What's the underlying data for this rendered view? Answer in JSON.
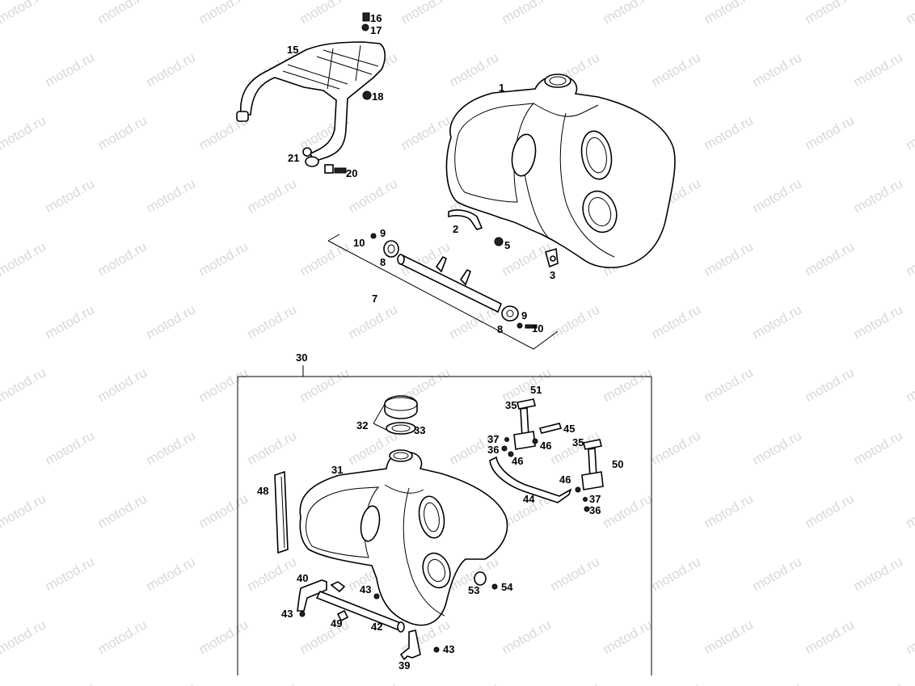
{
  "watermark": "motod.ru",
  "colors": {
    "line": "#000000",
    "background": "#ffffff",
    "watermark": "#b9b9b9"
  },
  "callouts": [
    {
      "id": "c16",
      "text": "16"
    },
    {
      "id": "c17",
      "text": "17"
    },
    {
      "id": "c15",
      "text": "15"
    },
    {
      "id": "c18",
      "text": "18"
    },
    {
      "id": "c21",
      "text": "21"
    },
    {
      "id": "c20",
      "text": "20"
    },
    {
      "id": "c1",
      "text": "1"
    },
    {
      "id": "c2",
      "text": "2"
    },
    {
      "id": "c9a",
      "text": "9"
    },
    {
      "id": "c10a",
      "text": "10"
    },
    {
      "id": "c5",
      "text": "5"
    },
    {
      "id": "c8a",
      "text": "8"
    },
    {
      "id": "c3",
      "text": "3"
    },
    {
      "id": "c7",
      "text": "7"
    },
    {
      "id": "c9b",
      "text": "9"
    },
    {
      "id": "c8b",
      "text": "8"
    },
    {
      "id": "c10b",
      "text": "10"
    },
    {
      "id": "c30",
      "text": "30"
    },
    {
      "id": "c51",
      "text": "51"
    },
    {
      "id": "c35a",
      "text": "35"
    },
    {
      "id": "c32",
      "text": "32"
    },
    {
      "id": "c33",
      "text": "33"
    },
    {
      "id": "c45",
      "text": "45"
    },
    {
      "id": "c37a",
      "text": "37"
    },
    {
      "id": "c36a",
      "text": "36"
    },
    {
      "id": "c46a",
      "text": "46"
    },
    {
      "id": "c35b",
      "text": "35"
    },
    {
      "id": "c46b",
      "text": "46"
    },
    {
      "id": "c31",
      "text": "31"
    },
    {
      "id": "c50",
      "text": "50"
    },
    {
      "id": "c48",
      "text": "48"
    },
    {
      "id": "c46c",
      "text": "46"
    },
    {
      "id": "c44",
      "text": "44"
    },
    {
      "id": "c37b",
      "text": "37"
    },
    {
      "id": "c36b",
      "text": "36"
    },
    {
      "id": "c40",
      "text": "40"
    },
    {
      "id": "c43a",
      "text": "43"
    },
    {
      "id": "c53",
      "text": "53"
    },
    {
      "id": "c54",
      "text": "54"
    },
    {
      "id": "c43b",
      "text": "43"
    },
    {
      "id": "c49",
      "text": "49"
    },
    {
      "id": "c42",
      "text": "42"
    },
    {
      "id": "c43c",
      "text": "43"
    },
    {
      "id": "c39",
      "text": "39"
    }
  ]
}
